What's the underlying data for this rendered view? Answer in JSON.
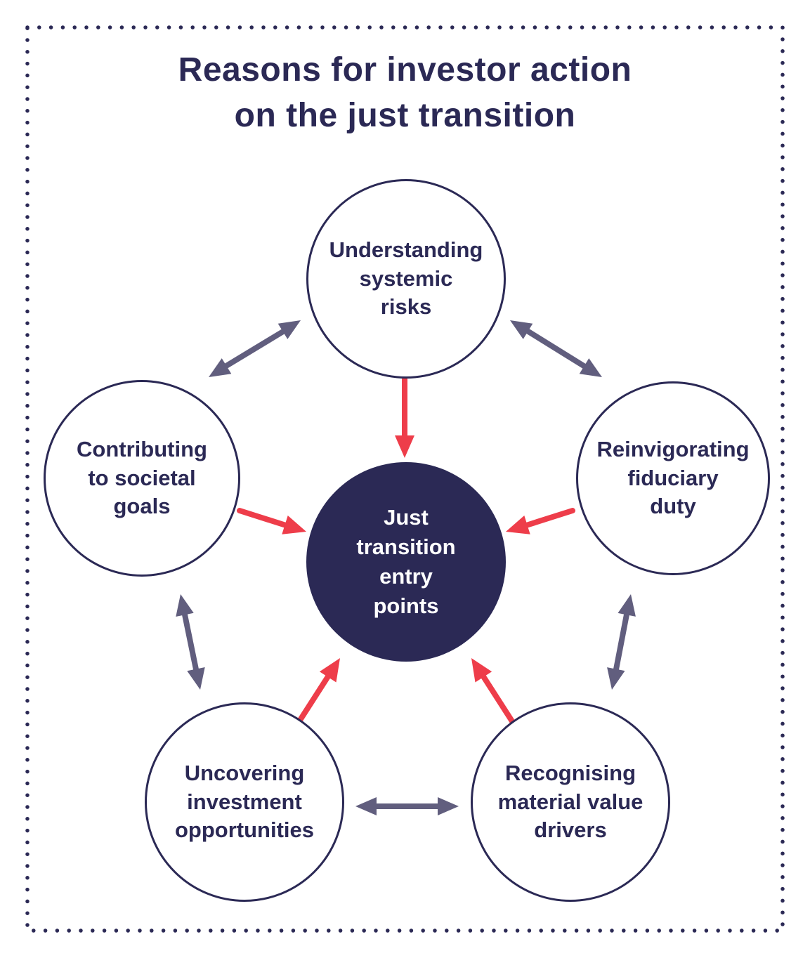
{
  "title": {
    "line1": "Reasons for investor action",
    "line2": "on the just transition"
  },
  "center": {
    "label": "Just\ntransition\nentry\npoints"
  },
  "nodes": [
    {
      "id": "understanding-systemic-risks",
      "label": "Understanding\nsystemic\nrisks",
      "position": "top"
    },
    {
      "id": "reinvigorating-fiduciary-duty",
      "label": "Reinvigorating\nfiduciary\nduty",
      "position": "right"
    },
    {
      "id": "recognising-material-value-drivers",
      "label": "Recognising\nmaterial value\ndrivers",
      "position": "bottom-right"
    },
    {
      "id": "uncovering-investment-opportunities",
      "label": "Uncovering\ninvestment\nopportunities",
      "position": "bottom-left"
    },
    {
      "id": "contributing-to-societal-goals",
      "label": "Contributing\nto societal\ngoals",
      "position": "left"
    }
  ],
  "arrows": {
    "red_inbound": [
      "understanding-systemic-risks -> center",
      "contributing-to-societal-goals -> center",
      "reinvigorating-fiduciary-duty -> center",
      "uncovering-investment-opportunities -> center",
      "recognising-material-value-drivers -> center"
    ],
    "gray_bidirectional": [
      "contributing-to-societal-goals <-> understanding-systemic-risks",
      "understanding-systemic-risks <-> reinvigorating-fiduciary-duty",
      "contributing-to-societal-goals <-> uncovering-investment-opportunities",
      "reinvigorating-fiduciary-duty <-> recognising-material-value-drivers",
      "uncovering-investment-opportunities <-> recognising-material-value-drivers"
    ]
  },
  "colors": {
    "navy": "#2b2955",
    "red": "#ee3d4a",
    "arrow_gray": "#615e7e",
    "background": "#ffffff"
  }
}
